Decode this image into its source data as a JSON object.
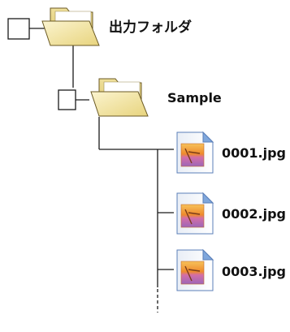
{
  "root_folder": {
    "label": "出力フォルダ",
    "icon": "folder-icon"
  },
  "subfolder": {
    "label": "Sample",
    "icon": "folder-icon"
  },
  "files": [
    {
      "label": "0001.jpg",
      "icon": "image-file-icon"
    },
    {
      "label": "0002.jpg",
      "icon": "image-file-icon"
    },
    {
      "label": "0003.jpg",
      "icon": "image-file-icon"
    }
  ],
  "colors": {
    "line": "#1a1a1a",
    "folder_fill": "#f3e7a8",
    "folder_back": "#e6d27c",
    "file_fold": "#7fa7dc",
    "image_sky": "#f2a23a",
    "image_water": "#b874b0"
  }
}
